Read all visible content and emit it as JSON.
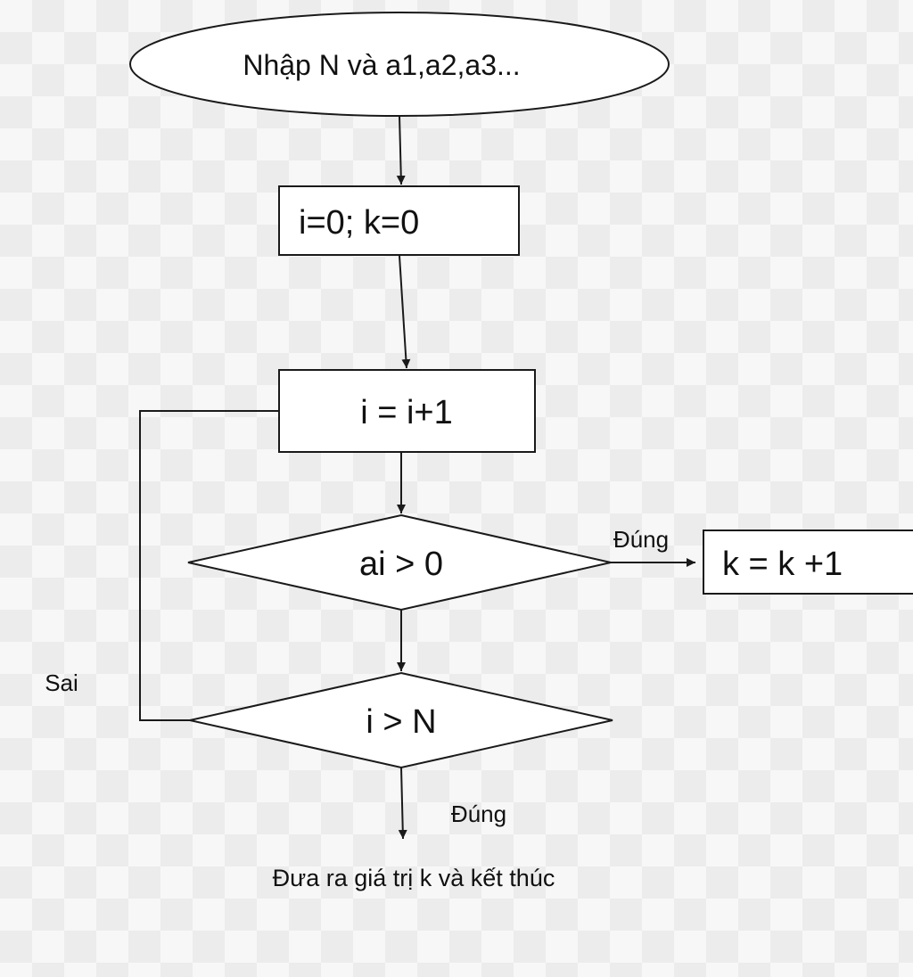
{
  "nodes": {
    "start": {
      "label": "Nhập N và a1,a2,a3..."
    },
    "init": {
      "label": "i=0; k=0"
    },
    "increment_i": {
      "label": "i = i+1"
    },
    "check_positive": {
      "label": "ai > 0"
    },
    "increment_k": {
      "label": "k = k +1"
    },
    "check_end": {
      "label": "i > N"
    },
    "output": {
      "label": "Đưa ra giá trị k và kết thúc"
    }
  },
  "edges": {
    "positive_yes": {
      "label": "Đúng"
    },
    "end_yes": {
      "label": "Đúng"
    },
    "end_no": {
      "label": "Sai"
    }
  },
  "colors": {
    "stroke": "#1a1a1a",
    "fill": "#ffffff",
    "text": "#111111"
  }
}
